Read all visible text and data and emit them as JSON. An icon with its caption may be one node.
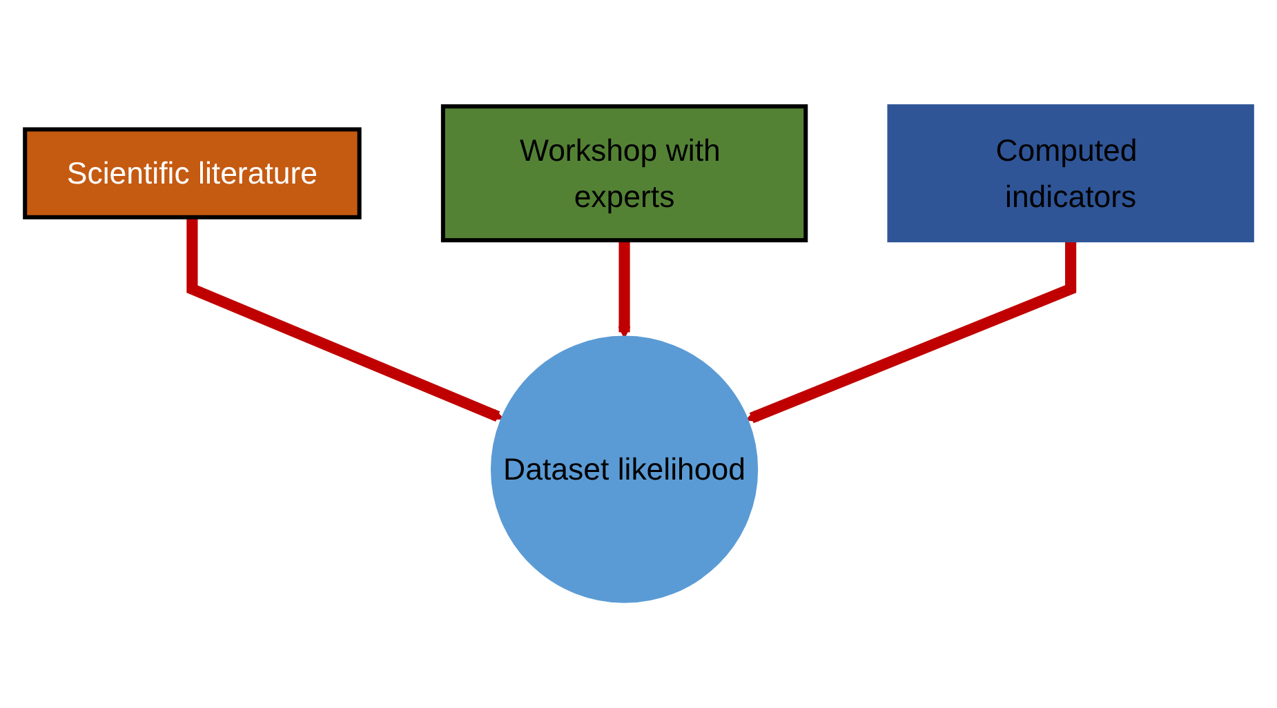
{
  "diagram": {
    "nodes": [
      {
        "text": [
          "Scientific literature"
        ]
      },
      {
        "text": [
          "Workshop with experts"
        ]
      },
      {
        "text": [
          "Computed indicators"
        ]
      },
      {
        "text": [
          "Dataset likelihood"
        ]
      }
    ],
    "edges": [
      {
        "from": 0,
        "to": 3,
        "arrow": "to"
      },
      {
        "from": 1,
        "to": 3,
        "arrow": "to"
      },
      {
        "from": 2,
        "to": 3,
        "arrow": "to"
      }
    ]
  }
}
